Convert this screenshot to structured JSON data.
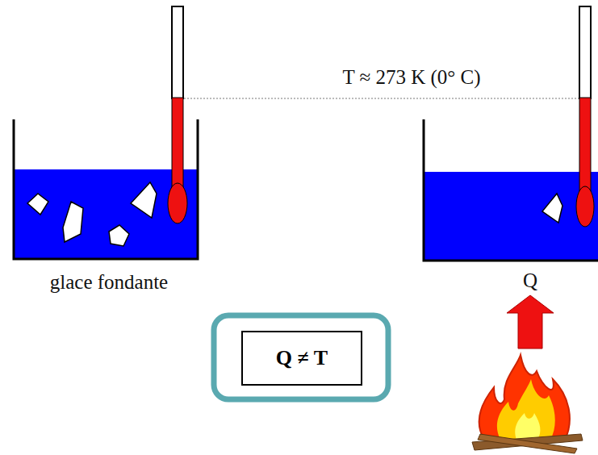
{
  "diagram": {
    "nodes": [
      {
        "text": [
          "Q ≠ T"
        ]
      }
    ],
    "labels": [
      "T ≈ 273 K (0° C)",
      "glace fondante",
      "Q"
    ]
  }
}
